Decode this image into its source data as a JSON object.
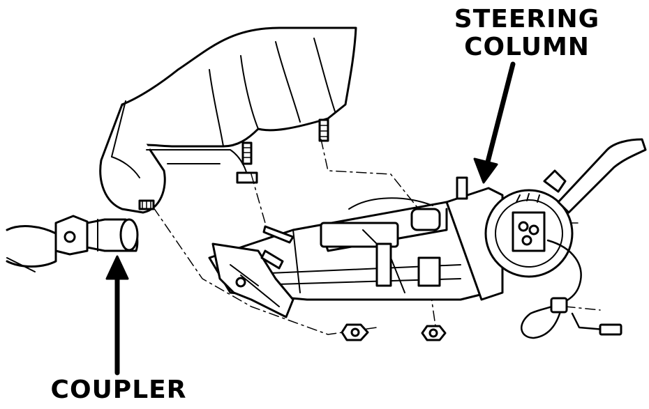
{
  "labels": {
    "steering_line1": "STEERING",
    "steering_line2": "COLUMN",
    "coupler": "COUPLER"
  },
  "style": {
    "ink": "#000000",
    "paper": "#ffffff"
  }
}
